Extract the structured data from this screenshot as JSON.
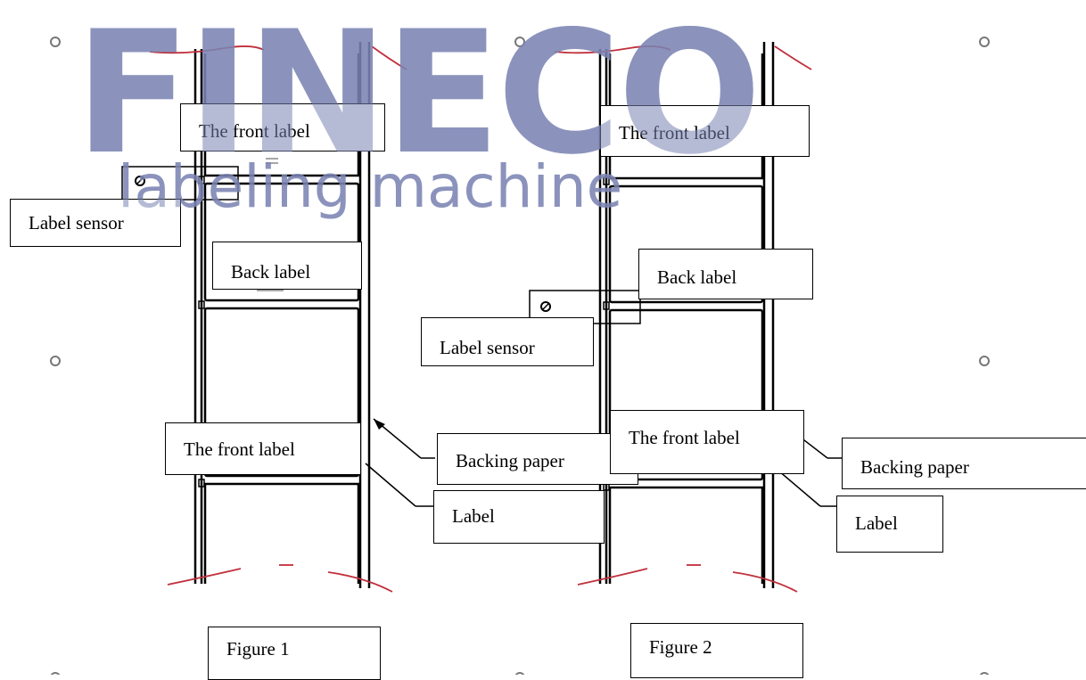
{
  "watermark": {
    "logo": "FINECO",
    "tagline": "labeling machine",
    "color": "#7b84b3"
  },
  "colors": {
    "line": "#000000",
    "tear": "#c0303c",
    "handle": "#777777"
  },
  "figure1": {
    "caption": "Figure 1",
    "labels": {
      "front_top": "The front label",
      "sensor": "Label sensor",
      "back": "Back label",
      "front_bottom": "The front label",
      "backing": "Backing paper",
      "label": "Label"
    }
  },
  "figure2": {
    "caption": "Figure 2",
    "labels": {
      "front_top": "The front label",
      "back": "Back label",
      "sensor": "Label sensor",
      "front_bottom": "The front label",
      "backing": "Backing paper",
      "label": "Label"
    }
  }
}
